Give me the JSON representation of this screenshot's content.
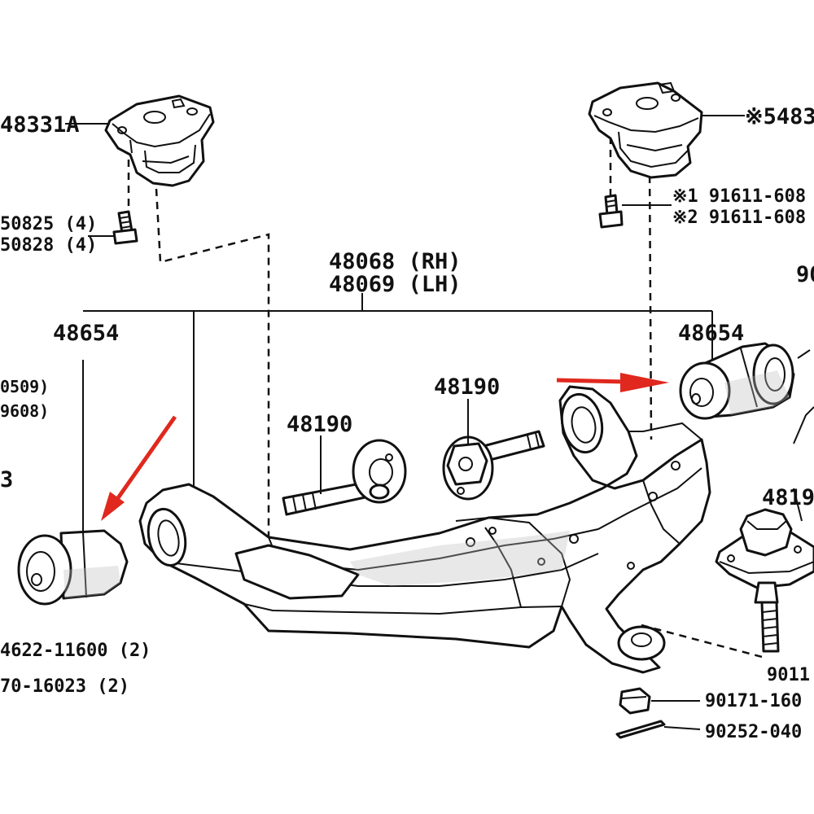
{
  "labels": {
    "upper_left_part": "48331A",
    "left_bolt_a": "50825 (4)",
    "left_bolt_b": "50828 (4)",
    "arm_rh": "48068 (RH)",
    "arm_lh": "48069 (LH)",
    "bushing_left": "48654",
    "bushing_right": "48654",
    "cam_left": "48190",
    "cam_center": "48190",
    "left_cut_a": "0509)",
    "left_cut_b": "9608)",
    "left_cut_c": "3",
    "left_bottom_a": "4622-11600 (2)",
    "left_bottom_b": "70-16023 (2)",
    "upper_right_part": "※5483",
    "right_bolt_a": "※1 91611-608",
    "right_bolt_b": "※2 91611-608",
    "right_cut_90": "90",
    "right_cut_4819": "4819",
    "ball_joint_nut": "9011",
    "nut": "90171-160",
    "cotter_pin": "90252-040"
  },
  "colors": {
    "line": "#111111",
    "arrow": "#e0281e",
    "background": "#ffffff"
  },
  "icons": {
    "red_arrows": "arrow-icon"
  }
}
